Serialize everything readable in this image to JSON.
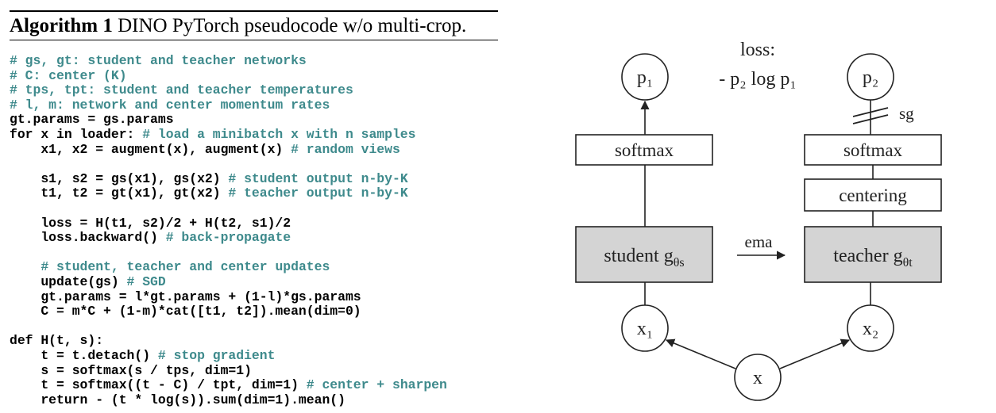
{
  "algorithm": {
    "number_label": "Algorithm 1",
    "title": "DINO PyTorch pseudocode w/o multi-crop.",
    "lines": [
      {
        "code": "",
        "comment": "# gs, gt: student and teacher networks"
      },
      {
        "code": "",
        "comment": "# C: center (K)"
      },
      {
        "code": "",
        "comment": "# tps, tpt: student and teacher temperatures"
      },
      {
        "code": "",
        "comment": "# l, m: network and center momentum rates"
      },
      {
        "code": "gt.params = gs.params",
        "comment": ""
      },
      {
        "code": "for x in loader: ",
        "comment": "# load a minibatch x with n samples"
      },
      {
        "code": "    x1, x2 = augment(x), augment(x) ",
        "comment": "# random views"
      },
      {
        "code": "",
        "comment": ""
      },
      {
        "code": "    s1, s2 = gs(x1), gs(x2) ",
        "comment": "# student output n-by-K"
      },
      {
        "code": "    t1, t2 = gt(x1), gt(x2) ",
        "comment": "# teacher output n-by-K"
      },
      {
        "code": "",
        "comment": ""
      },
      {
        "code": "    loss = H(t1, s2)/2 + H(t2, s1)/2",
        "comment": ""
      },
      {
        "code": "    loss.backward() ",
        "comment": "# back-propagate"
      },
      {
        "code": "",
        "comment": ""
      },
      {
        "code": "    ",
        "comment": "# student, teacher and center updates"
      },
      {
        "code": "    update(gs) ",
        "comment": "# SGD"
      },
      {
        "code": "    gt.params = l*gt.params + (1-l)*gs.params",
        "comment": ""
      },
      {
        "code": "    C = m*C + (1-m)*cat([t1, t2]).mean(dim=0)",
        "comment": ""
      },
      {
        "code": "",
        "comment": ""
      },
      {
        "code": "def H(t, s):",
        "comment": ""
      },
      {
        "code": "    t = t.detach() ",
        "comment": "# stop gradient"
      },
      {
        "code": "    s = softmax(s / tps, dim=1)",
        "comment": ""
      },
      {
        "code": "    t = softmax((t - C) / tpt, dim=1) ",
        "comment": "# center + sharpen"
      },
      {
        "code": "    return - (t * log(s)).sum(dim=1).mean()",
        "comment": ""
      }
    ]
  },
  "diagram": {
    "loss_label": "loss:",
    "loss_formula": "- p₂ log p₁",
    "p1": "p₁",
    "p2": "p₂",
    "sg_label": "sg",
    "student_softmax": "softmax",
    "teacher_softmax": "softmax",
    "centering": "centering",
    "student_label": "student g",
    "student_sub": "θs",
    "teacher_label": "teacher g",
    "teacher_sub": "θt",
    "ema_label": "ema",
    "x1": "x₁",
    "x2": "x₂",
    "x": "x",
    "colors": {
      "box_gray": "#d4d4d4",
      "stroke": "#222222",
      "comment": "#3e8a8c"
    }
  }
}
